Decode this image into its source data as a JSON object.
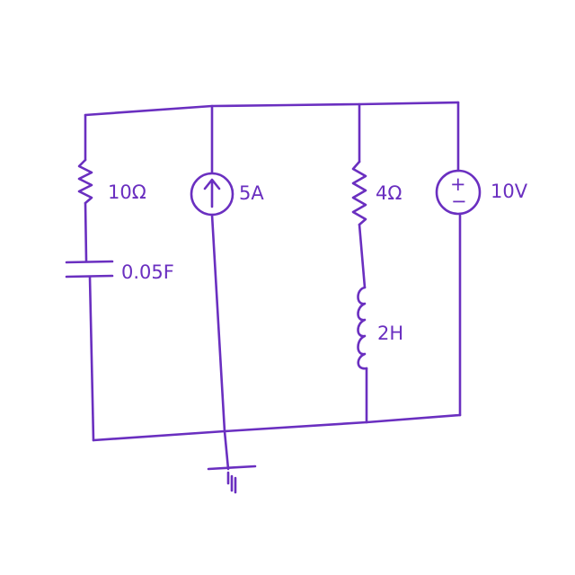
{
  "colors": {
    "ink": "#6a2fc0",
    "background": "#ffffff"
  },
  "components": {
    "resistor_1": {
      "label": "10Ω",
      "type": "resistor"
    },
    "capacitor": {
      "label": "0.05F",
      "type": "capacitor"
    },
    "current_source": {
      "label": "5A",
      "type": "current-source",
      "icon": "up-arrow"
    },
    "resistor_2": {
      "label": "4Ω",
      "type": "resistor"
    },
    "inductor": {
      "label": "2H",
      "type": "inductor"
    },
    "voltage_source": {
      "label": "10V",
      "type": "voltage-source",
      "plus": "+",
      "minus": "−"
    },
    "ground": {
      "type": "ground"
    }
  }
}
